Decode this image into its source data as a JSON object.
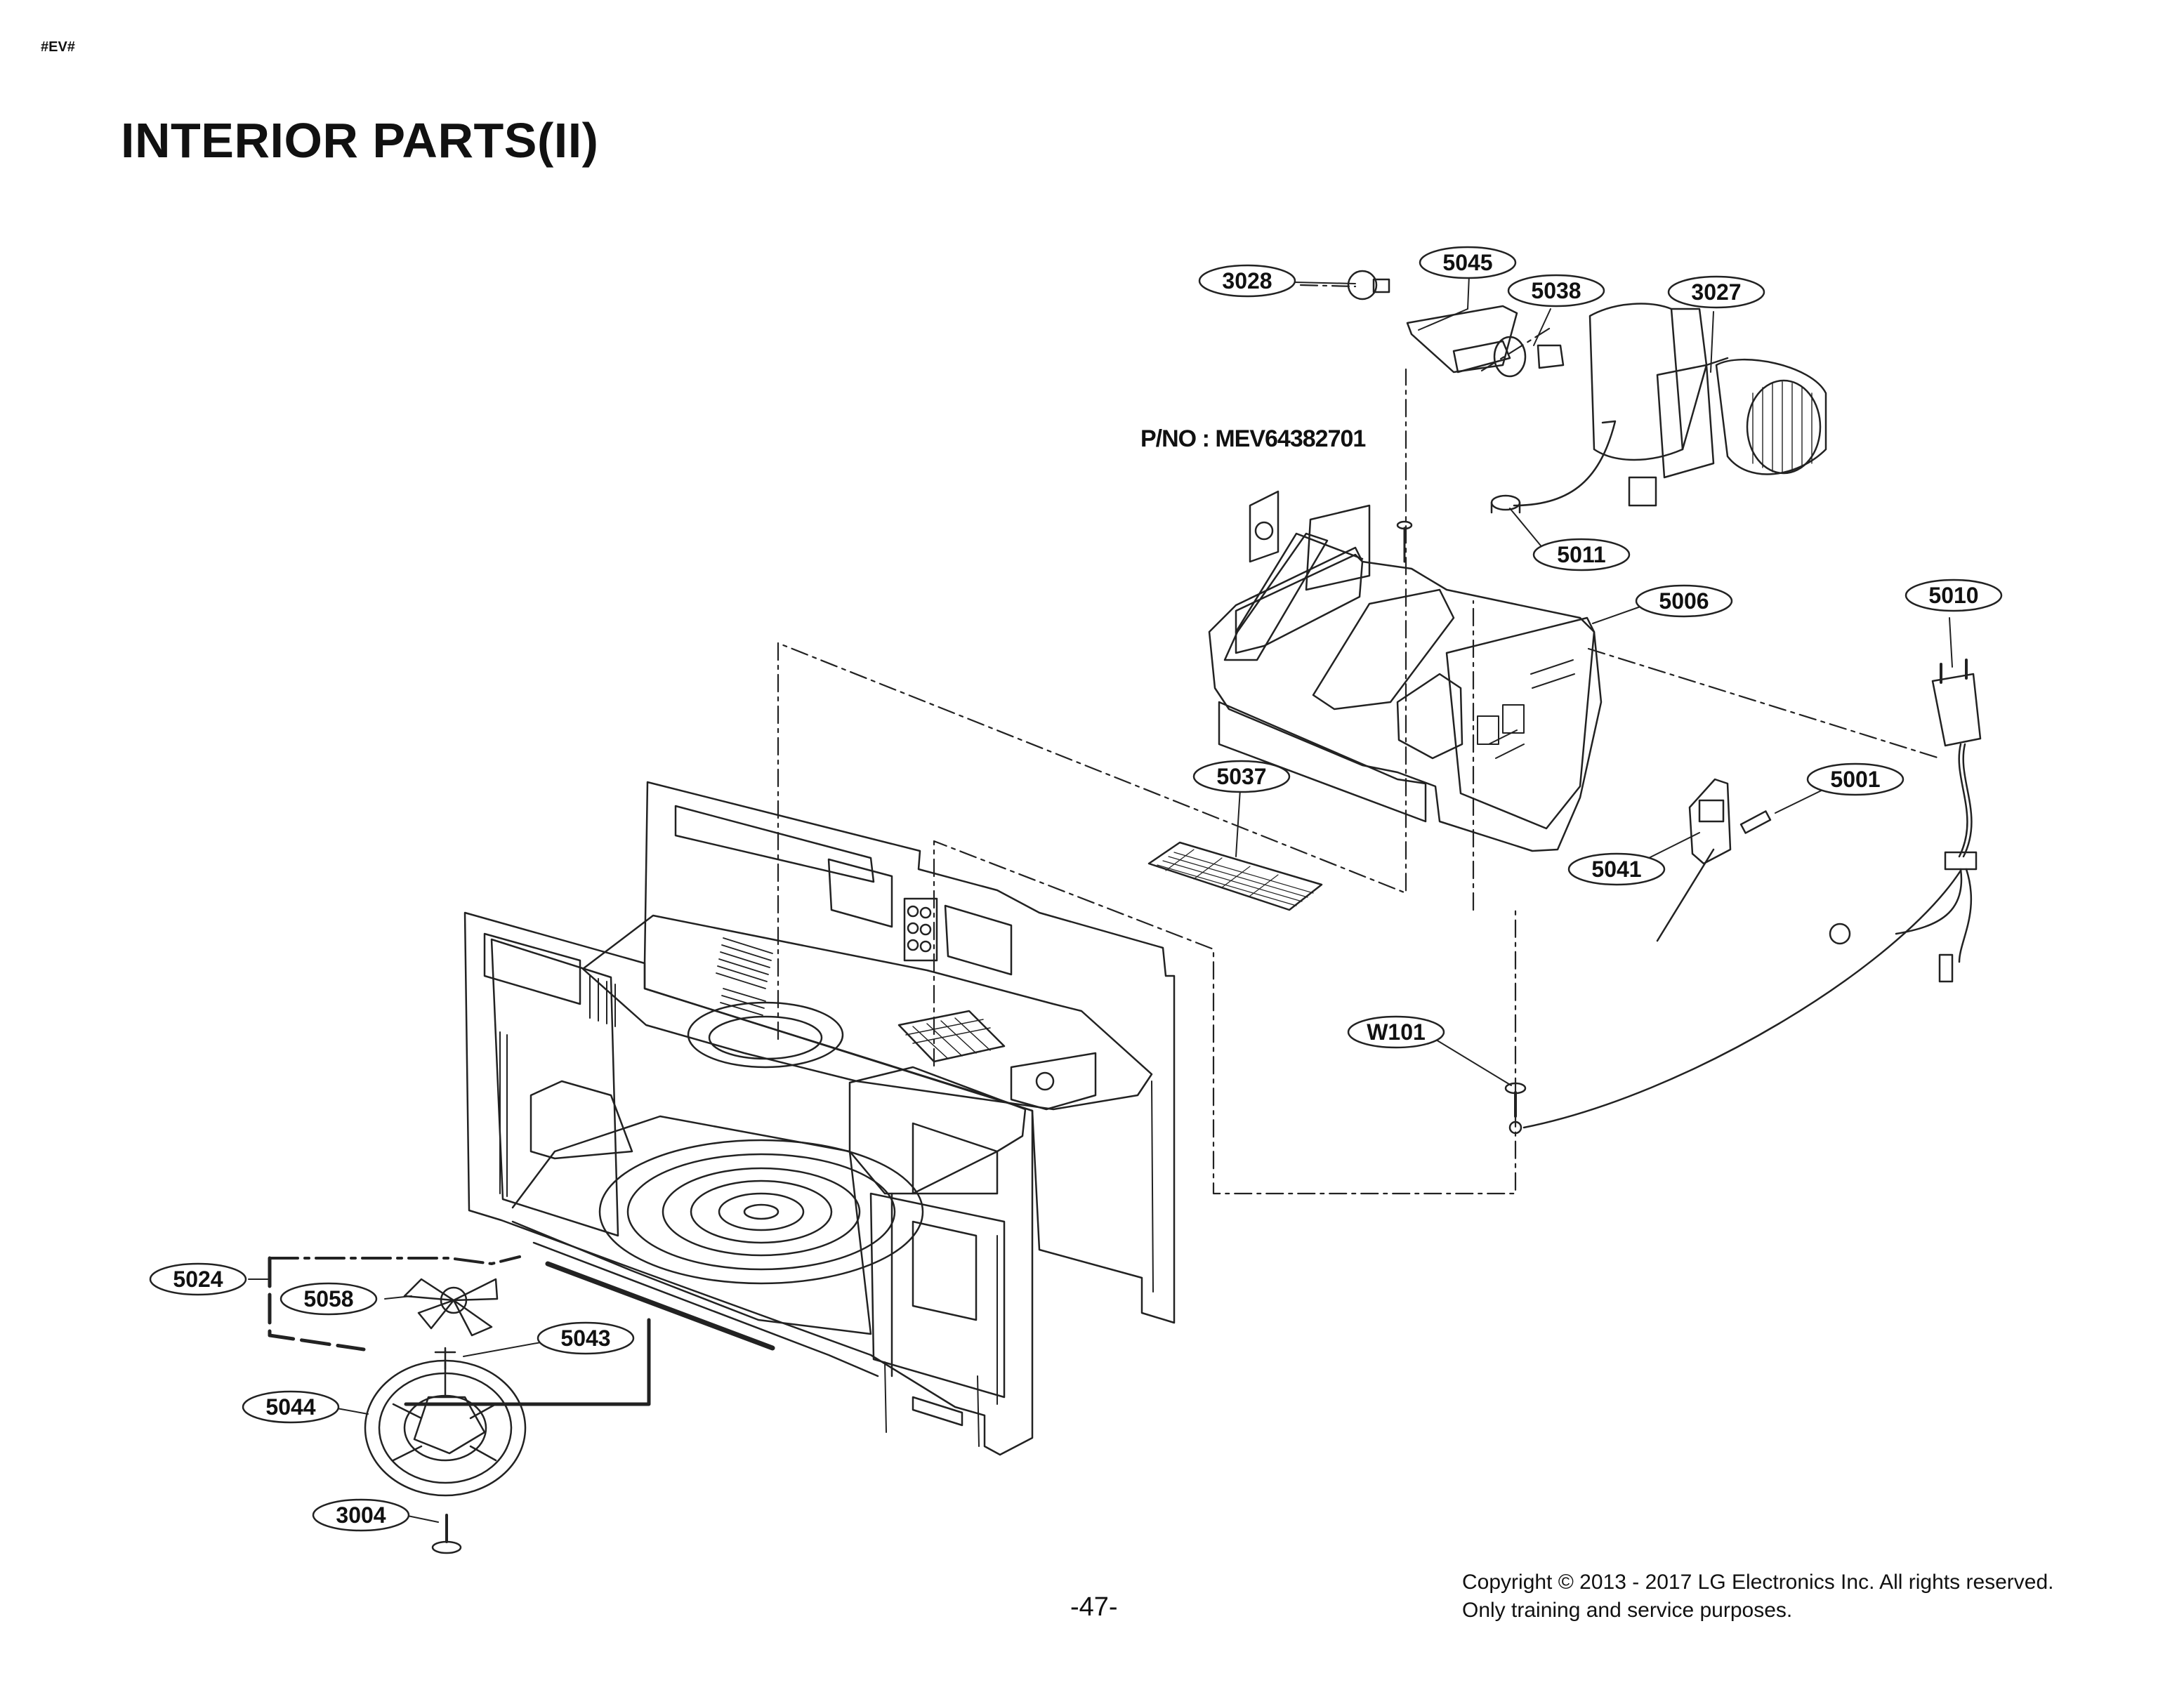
{
  "header": {
    "tag": "#EV#",
    "title": "INTERIOR PARTS(II)"
  },
  "part_number_note": "P/NO : MEV64382701",
  "callouts": [
    "3028",
    "5045",
    "5038",
    "3027",
    "5011",
    "5006",
    "5010",
    "5037",
    "5001",
    "5041",
    "W101",
    "5024",
    "5058",
    "5043",
    "5044",
    "3004"
  ],
  "footer": {
    "page_number": "-47-",
    "copyright_line1": "Copyright © 2013 - 2017 LG Electronics Inc. All rights reserved.",
    "copyright_line2": "Only training and service purposes."
  }
}
